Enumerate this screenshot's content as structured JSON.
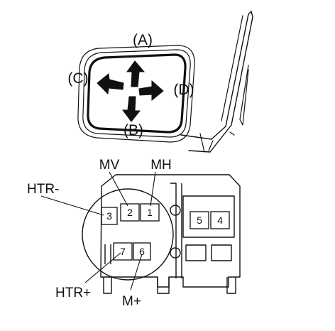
{
  "mirror": {
    "directions": {
      "up": "(A)",
      "down": "(B)",
      "left": "(C)",
      "right": "(D)"
    }
  },
  "connector": {
    "signals": {
      "mv": "MV",
      "mh": "MH",
      "htr_minus": "HTR-",
      "htr_plus": "HTR+",
      "m_plus": "M+"
    },
    "pins": {
      "p1": "1",
      "p2": "2",
      "p3": "3",
      "p4": "4",
      "p5": "5",
      "p6": "6",
      "p7": "7"
    }
  },
  "colors": {
    "line": "#111111",
    "background": "#ffffff"
  }
}
